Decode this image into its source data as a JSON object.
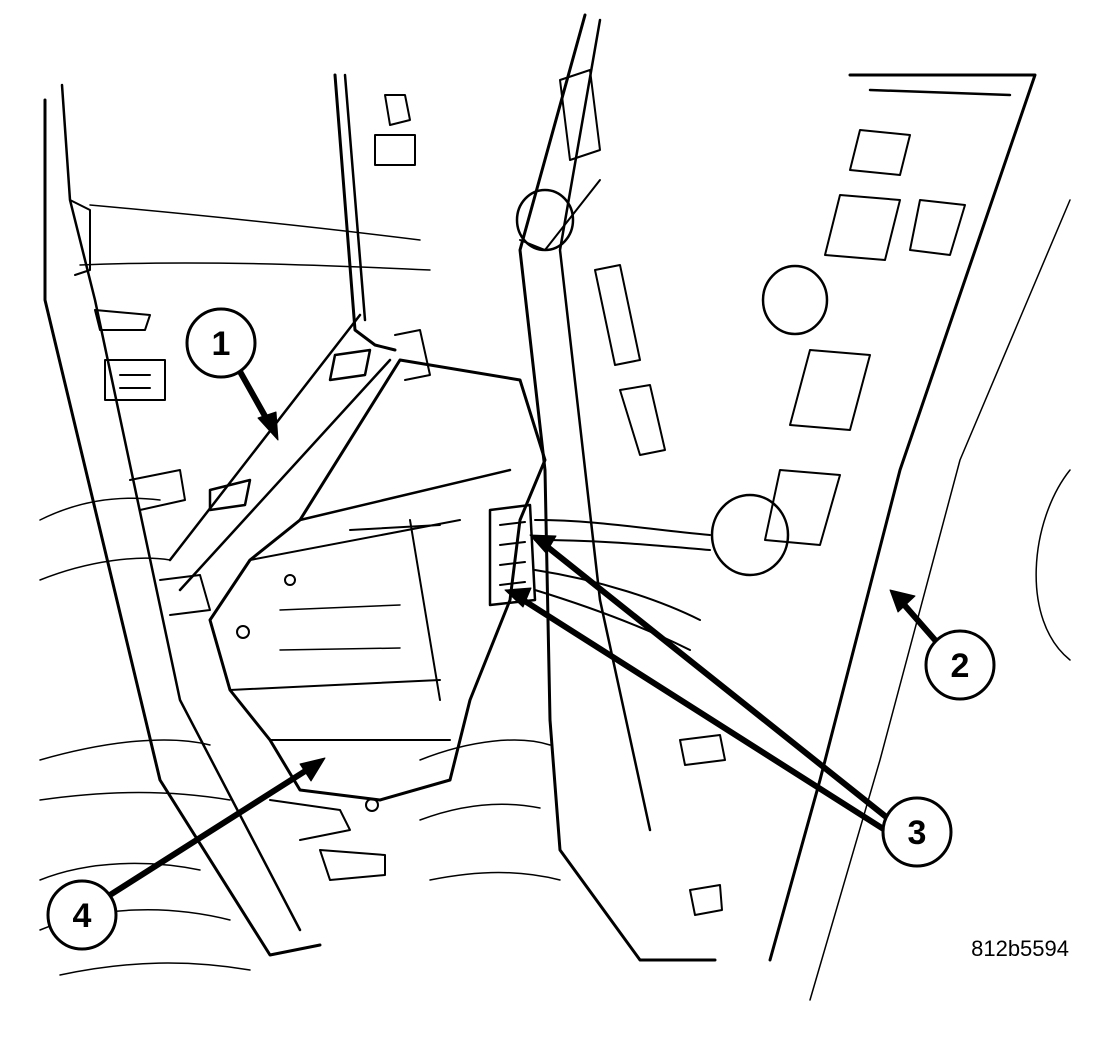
{
  "figure": {
    "id": "812b5594",
    "callouts": [
      "1",
      "2",
      "3",
      "4"
    ]
  },
  "colors": {
    "line": "#000000",
    "background": "#ffffff"
  }
}
